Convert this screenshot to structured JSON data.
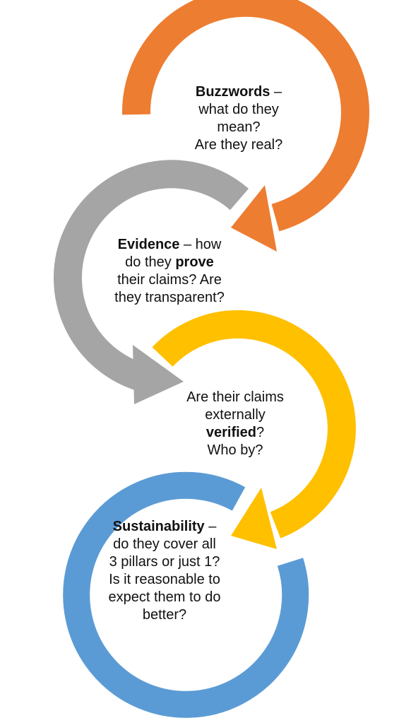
{
  "colors": {
    "step1": "#ED7D31",
    "step2": "#A5A5A5",
    "step3": "#FFC000",
    "step4": "#5B9BD5",
    "text": "#111111",
    "background": "#FFFFFF"
  },
  "steps": [
    {
      "line1_bold": "Buzzwords",
      "line1_rest": " –",
      "line2": "what do they",
      "line3": "mean?",
      "line4": "Are they real?"
    },
    {
      "line1_bold": "Evidence",
      "line1_rest": " – how",
      "line2_pre": "do they ",
      "line2_bold": "prove",
      "line3_pre": "their claims",
      "line3_post": "? Are",
      "line4": "they transparent?"
    },
    {
      "line1": "Are their claims",
      "line2": "externally",
      "line3_bold": "verified",
      "line3_rest": "?",
      "line4": "Who by?"
    },
    {
      "line1_bold": "Sustainability",
      "line1_rest": " –",
      "line2": "do they cover all",
      "line3": "3 pillars or just 1?",
      "line4": "Is it reasonable to",
      "line5": "expect them to do",
      "line6": "better?"
    }
  ]
}
